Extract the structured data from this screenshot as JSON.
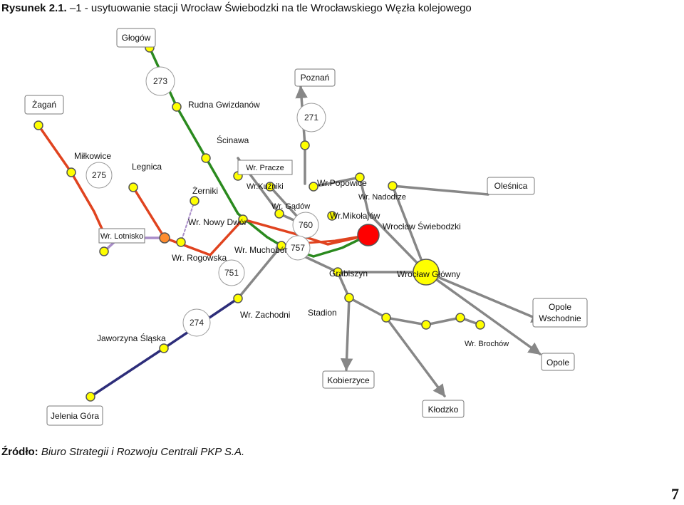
{
  "caption": {
    "number": "Rysunek 2.1.",
    "text": " –1 - usytuowanie stacji Wrocław Świebodzki na tle Wrocławskiego Węzła kolejowego"
  },
  "source": {
    "label": "Źródło:",
    "text": " Biuro Strategii i Rozwoju Centrali PKP S.A."
  },
  "page_number": "7",
  "colors": {
    "gray_line": "#878787",
    "green_line": "#2a8a1e",
    "red_line": "#e0431f",
    "violet_line": "#a88cc8",
    "navy_line": "#2d2d7a",
    "station_yellow": "#ffff00",
    "main_station_red": "#ff0000",
    "orange_station": "#ff8c2e"
  },
  "labels": {
    "glogow": "Głogów",
    "poznan": "Poznań",
    "zagan": "Żagań",
    "rudna": "Rudna Gwizdanów",
    "scinawa": "Ścinawa",
    "milkowice": "Miłkowice",
    "legnica": "Legnica",
    "zerniki": "Żerniki",
    "pracze": "Wr. Pracze",
    "kuzniki": "Wr.Kuźniki",
    "popowice": "Wr.Popowice",
    "nadodrze": "Wr. Nadodrze",
    "gadow": "Wr. Gądów",
    "olesnica": "Oleśnica",
    "lotnisko": "Wr. Lotnisko",
    "nowy_dwor": "Wr. Nowy Dwór",
    "mikolajow": "Wr.Mikołajów",
    "swiebodzki": "Wrocław Świebodzki",
    "rogowska": "Wr. Rogowska",
    "muchobor": "Wr. Muchobór",
    "grabiszyn": "Grabiszyn",
    "glowny": "Wrocław Główny",
    "zachodni": "Wr. Zachodni",
    "stadion": "Stadion",
    "opole_wsch": [
      "Opole",
      "Wschodnie"
    ],
    "jaworzyna": "Jaworzyna Śląska",
    "brochow": "Wr. Brochów",
    "opole": "Opole",
    "kobierzyce": "Kobierzyce",
    "jelenia": "Jelenia Góra",
    "klodzko": "Kłodzko"
  },
  "line_numbers": {
    "l273": "273",
    "l271": "271",
    "l275": "275",
    "l760": "760",
    "l757": "757",
    "l751": "751",
    "l274": "274"
  }
}
